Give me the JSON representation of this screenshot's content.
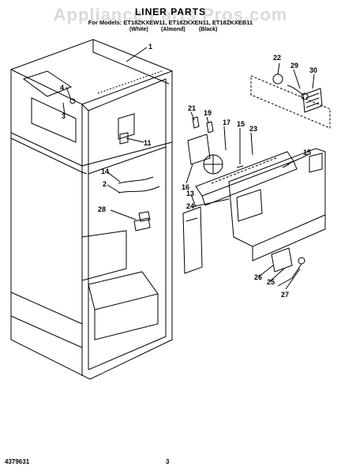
{
  "header": {
    "title": "LINER PARTS",
    "models": "For Models: ET18ZKXEW11, ET18ZKXEN11, ET18ZKXEB11",
    "variants": [
      "(White)",
      "(Almond)",
      "(Black)"
    ],
    "watermark": "Appliance Parts Pros.com"
  },
  "callouts": [
    "1",
    "2",
    "3",
    "4",
    "11",
    "13",
    "14",
    "15",
    "15",
    "16",
    "17",
    "19",
    "21",
    "22",
    "23",
    "24",
    "25",
    "26",
    "27",
    "28",
    "29",
    "30"
  ],
  "footer": {
    "part_number": "4379631",
    "page": "3"
  },
  "colors": {
    "line": "#000000",
    "background": "#ffffff"
  }
}
